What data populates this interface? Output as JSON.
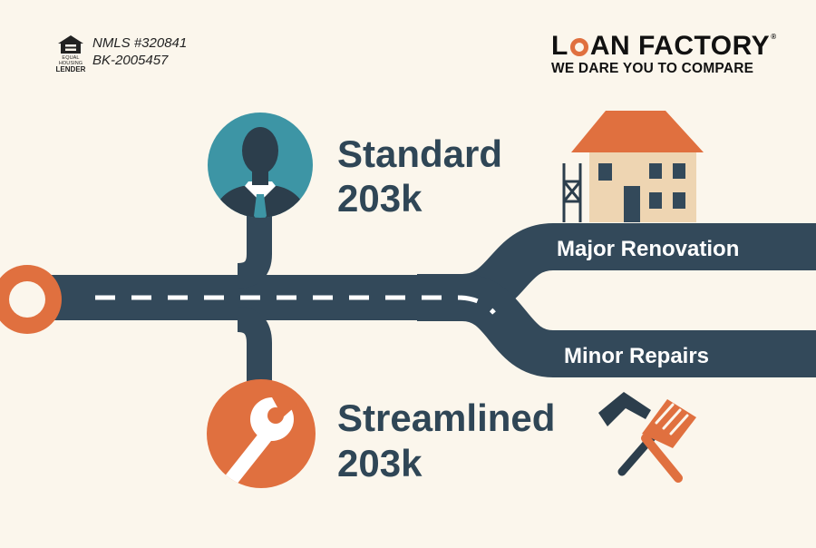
{
  "header": {
    "lender_badge_line1": "EQUAL HOUSING",
    "lender_badge_line2": "LENDER",
    "nmls": "NMLS #320841",
    "license": "BK-2005457"
  },
  "brand": {
    "name_first_letter": "L",
    "name_rest": "AN FACTORY",
    "registered_mark": "®",
    "tagline": "WE DARE YOU TO COMPARE"
  },
  "diagram": {
    "standard_line1": "Standard",
    "standard_line2": "203k",
    "streamlined_line1": "Streamlined",
    "streamlined_line2": "203k",
    "branch_major": "Major Renovation",
    "branch_minor": "Minor Repairs"
  },
  "colors": {
    "road": "#33495a",
    "accent": "#e0703f",
    "teal": "#3d95a5",
    "background": "#fbf6ec",
    "text_dark": "#2f4656"
  },
  "icons": {
    "standard": "person-tie-icon",
    "streamlined": "wrench-icon",
    "major": "house-under-construction-icon",
    "minor": "hammer-spatula-icon",
    "road_start": "ring-icon"
  }
}
